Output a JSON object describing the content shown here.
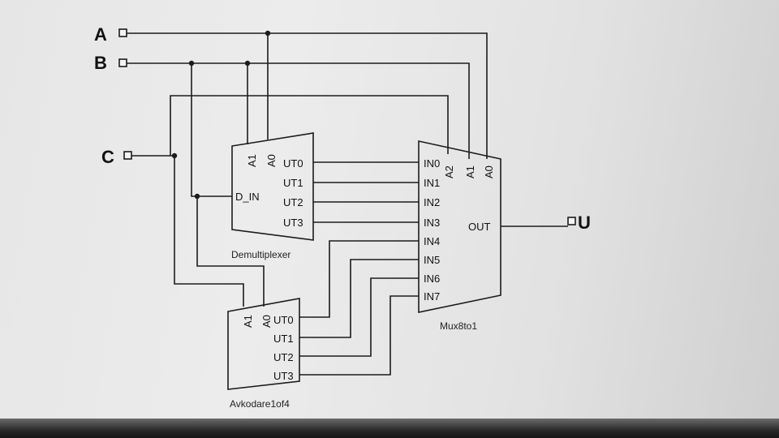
{
  "inputs": {
    "a": "A",
    "b": "B",
    "c": "C"
  },
  "output": {
    "u": "U"
  },
  "demux": {
    "caption": "Demultiplexer",
    "sel_a1": "A1",
    "sel_a0": "A0",
    "data_in": "D_IN",
    "outputs": [
      "UT0",
      "UT1",
      "UT2",
      "UT3"
    ]
  },
  "mux": {
    "caption": "Mux8to1",
    "sel_a2": "A2",
    "sel_a1": "A1",
    "sel_a0": "A0",
    "inputs": [
      "IN0",
      "IN1",
      "IN2",
      "IN3",
      "IN4",
      "IN5",
      "IN6",
      "IN7"
    ],
    "out": "OUT"
  },
  "decoder": {
    "caption": "Avkodare1of4",
    "sel_a1": "A1",
    "sel_a0": "A0",
    "outputs": [
      "UT0",
      "UT1",
      "UT2",
      "UT3"
    ]
  }
}
